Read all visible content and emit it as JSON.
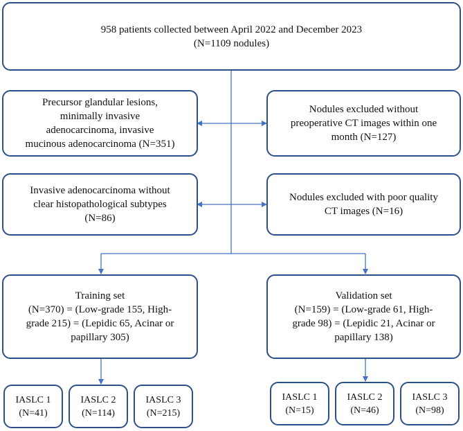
{
  "top": {
    "lines": [
      "958 patients collected between April 2022 and December 2023",
      "(N=1109 nodules)"
    ]
  },
  "excluded_left_1": {
    "lines": [
      "Precursor glandular lesions,",
      "minimally invasive",
      "adenocarcinoma, invasive",
      "mucinous adenocarcinoma  (N=351)"
    ]
  },
  "excluded_right_1": {
    "lines": [
      "Nodules excluded without",
      "preoperative CT images within one",
      "month (N=127)"
    ]
  },
  "excluded_left_2": {
    "lines": [
      "Invasive adenocarcinoma without",
      "clear histopathological subtypes",
      "(N=86)"
    ]
  },
  "excluded_right_2": {
    "lines": [
      "Nodules excluded with poor quality",
      "CT images (N=16)"
    ]
  },
  "training": {
    "lines": [
      "Training set",
      "(N=370) = (Low-grade 155, High-",
      "grade 215) = (Lepidic 65, Acinar or",
      "papillary 305)"
    ],
    "iaslc": [
      {
        "label": "IASLC 1",
        "n": "(N=41)"
      },
      {
        "label": "IASLC 2",
        "n": "(N=114)"
      },
      {
        "label": "IASLC 3",
        "n": "(N=215)"
      }
    ]
  },
  "validation": {
    "lines": [
      "Validation set",
      "(N=159) = (Low-grade 61, High-",
      "grade 98) = (Lepidic 21, Acinar or",
      "papillary 138)"
    ],
    "iaslc": [
      {
        "label": "IASLC 1",
        "n": "(N=15)"
      },
      {
        "label": "IASLC 2",
        "n": "(N=46)"
      },
      {
        "label": "IASLC 3",
        "n": "(N=98)"
      }
    ]
  },
  "colors": {
    "box_border": "#2b5088",
    "connector": "#4472c4"
  }
}
